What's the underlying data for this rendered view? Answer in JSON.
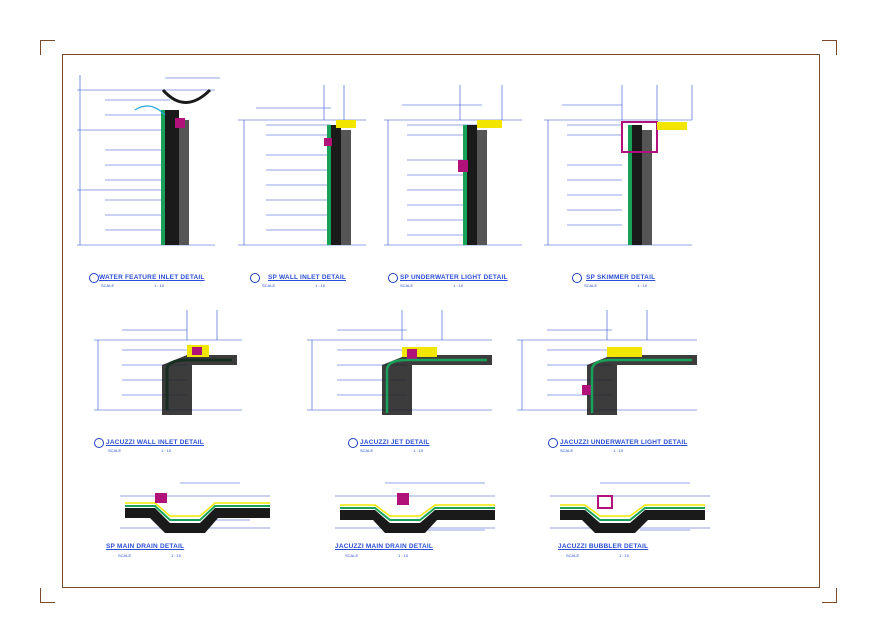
{
  "colors": {
    "frame": "#7a4a2a",
    "annotation": "#2b4fd6",
    "concrete": "#1a1a1a",
    "membrane": "#19a15a",
    "accent_magenta": "#b0127a",
    "accent_yellow": "#f2e600",
    "accent_cyan": "#23a7e0"
  },
  "details": [
    {
      "id": "d1",
      "title": "WATER FEATURE INLET DETAIL",
      "scale_label": "SCALE",
      "scale_value": "1 : 10"
    },
    {
      "id": "d2",
      "title": "SP WALL INLET DETAIL",
      "scale_label": "SCALE",
      "scale_value": "1 : 10"
    },
    {
      "id": "d3",
      "title": "SP UNDERWATER LIGHT DETAIL",
      "scale_label": "SCALE",
      "scale_value": "1 : 10"
    },
    {
      "id": "d4",
      "title": "SP SKIMMER DETAIL",
      "scale_label": "SCALE",
      "scale_value": "1 : 10"
    },
    {
      "id": "d5",
      "title": "JACUZZI WALL INLET DETAIL",
      "scale_label": "SCALE",
      "scale_value": "1 : 10"
    },
    {
      "id": "d6",
      "title": "JACUZZI JET DETAIL",
      "scale_label": "SCALE",
      "scale_value": "1 : 10"
    },
    {
      "id": "d7",
      "title": "JACUZZI UNDERWATER LIGHT DETAIL",
      "scale_label": "SCALE",
      "scale_value": "1 : 10"
    },
    {
      "id": "d8",
      "title": "SP MAIN DRAIN DETAIL",
      "scale_label": "SCALE",
      "scale_value": "1 : 10"
    },
    {
      "id": "d9",
      "title": "JACUZZI MAIN DRAIN DETAIL",
      "scale_label": "SCALE",
      "scale_value": "1 : 10"
    },
    {
      "id": "d10",
      "title": "JACUZZI BUBBLER DETAIL",
      "scale_label": "SCALE",
      "scale_value": "1 : 10"
    }
  ]
}
